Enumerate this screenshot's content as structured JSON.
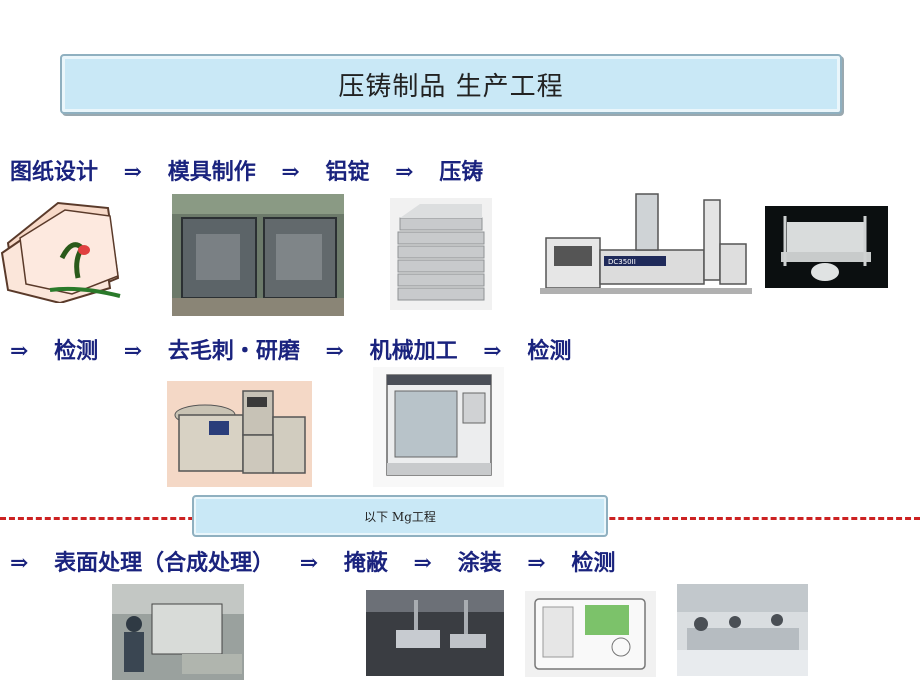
{
  "title": "压铸制品 生产工程",
  "row1": {
    "text": "图纸设计 ⇒ 模具制作 ⇒ 铝锭 ⇒ 压铸"
  },
  "row2": {
    "text": "⇒ 检测 ⇒ 去毛刺・研磨 ⇒ 机械加工 ⇒ 检测"
  },
  "mg_label": "以下 Mg工程",
  "row3": {
    "text": "⇒ 表面处理（合成处理） ⇒ 掩蔽 ⇒ 涂装 ⇒ 检测"
  },
  "machine_label": "DC350II",
  "colors": {
    "title_bg": "#c9e8f6",
    "row_text": "#1a237e",
    "separator": "#cc2222"
  }
}
